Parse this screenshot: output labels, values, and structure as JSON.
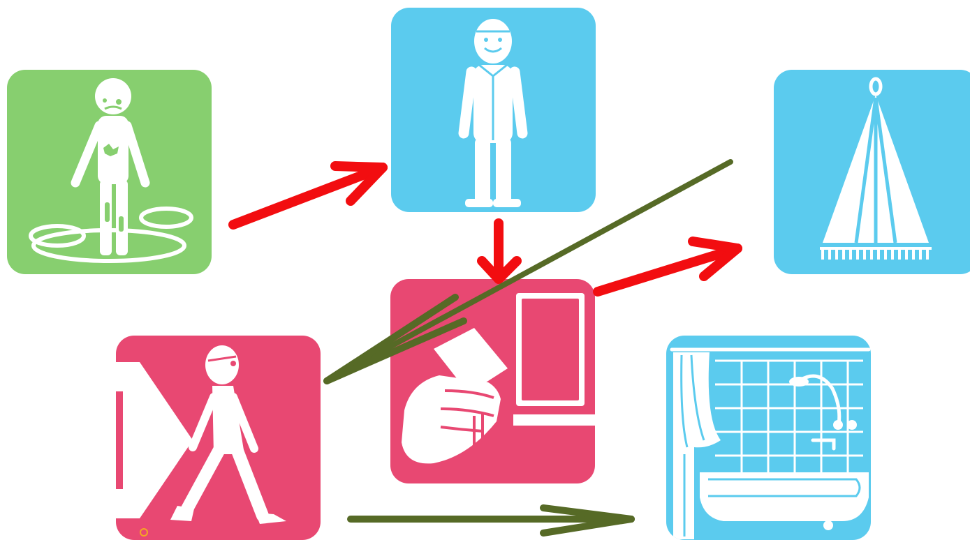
{
  "colors": {
    "green_card": "#87cf6f",
    "blue_card": "#5bcbee",
    "pink_card": "#e84872",
    "red_arrow": "#f20d10",
    "olive_arrow": "#566a26",
    "glyph": "#ffffff"
  },
  "nodes": [
    {
      "id": "dirty-child",
      "icon": "dirty-child-in-puddles-icon",
      "color": "green"
    },
    {
      "id": "clean-boy",
      "icon": "standing-boy-icon",
      "color": "blue"
    },
    {
      "id": "clothes-hanger",
      "icon": "hanging-towel-icon",
      "color": "blue"
    },
    {
      "id": "washing-hands",
      "icon": "hand-washing-icon",
      "color": "pink"
    },
    {
      "id": "walking-out",
      "icon": "walking-boy-exit-icon",
      "color": "pink"
    },
    {
      "id": "bathroom",
      "icon": "bathtub-shower-icon",
      "color": "blue"
    }
  ],
  "edges": [
    {
      "from": "dirty-child",
      "to": "clean-boy",
      "color": "red"
    },
    {
      "from": "clean-boy",
      "to": "washing-hands",
      "color": "red"
    },
    {
      "from": "washing-hands",
      "to": "clothes-hanger",
      "color": "red"
    },
    {
      "from": "clothes-hanger",
      "to": "walking-out",
      "color": "olive"
    },
    {
      "from": "walking-out",
      "to": "bathroom",
      "color": "olive"
    }
  ]
}
